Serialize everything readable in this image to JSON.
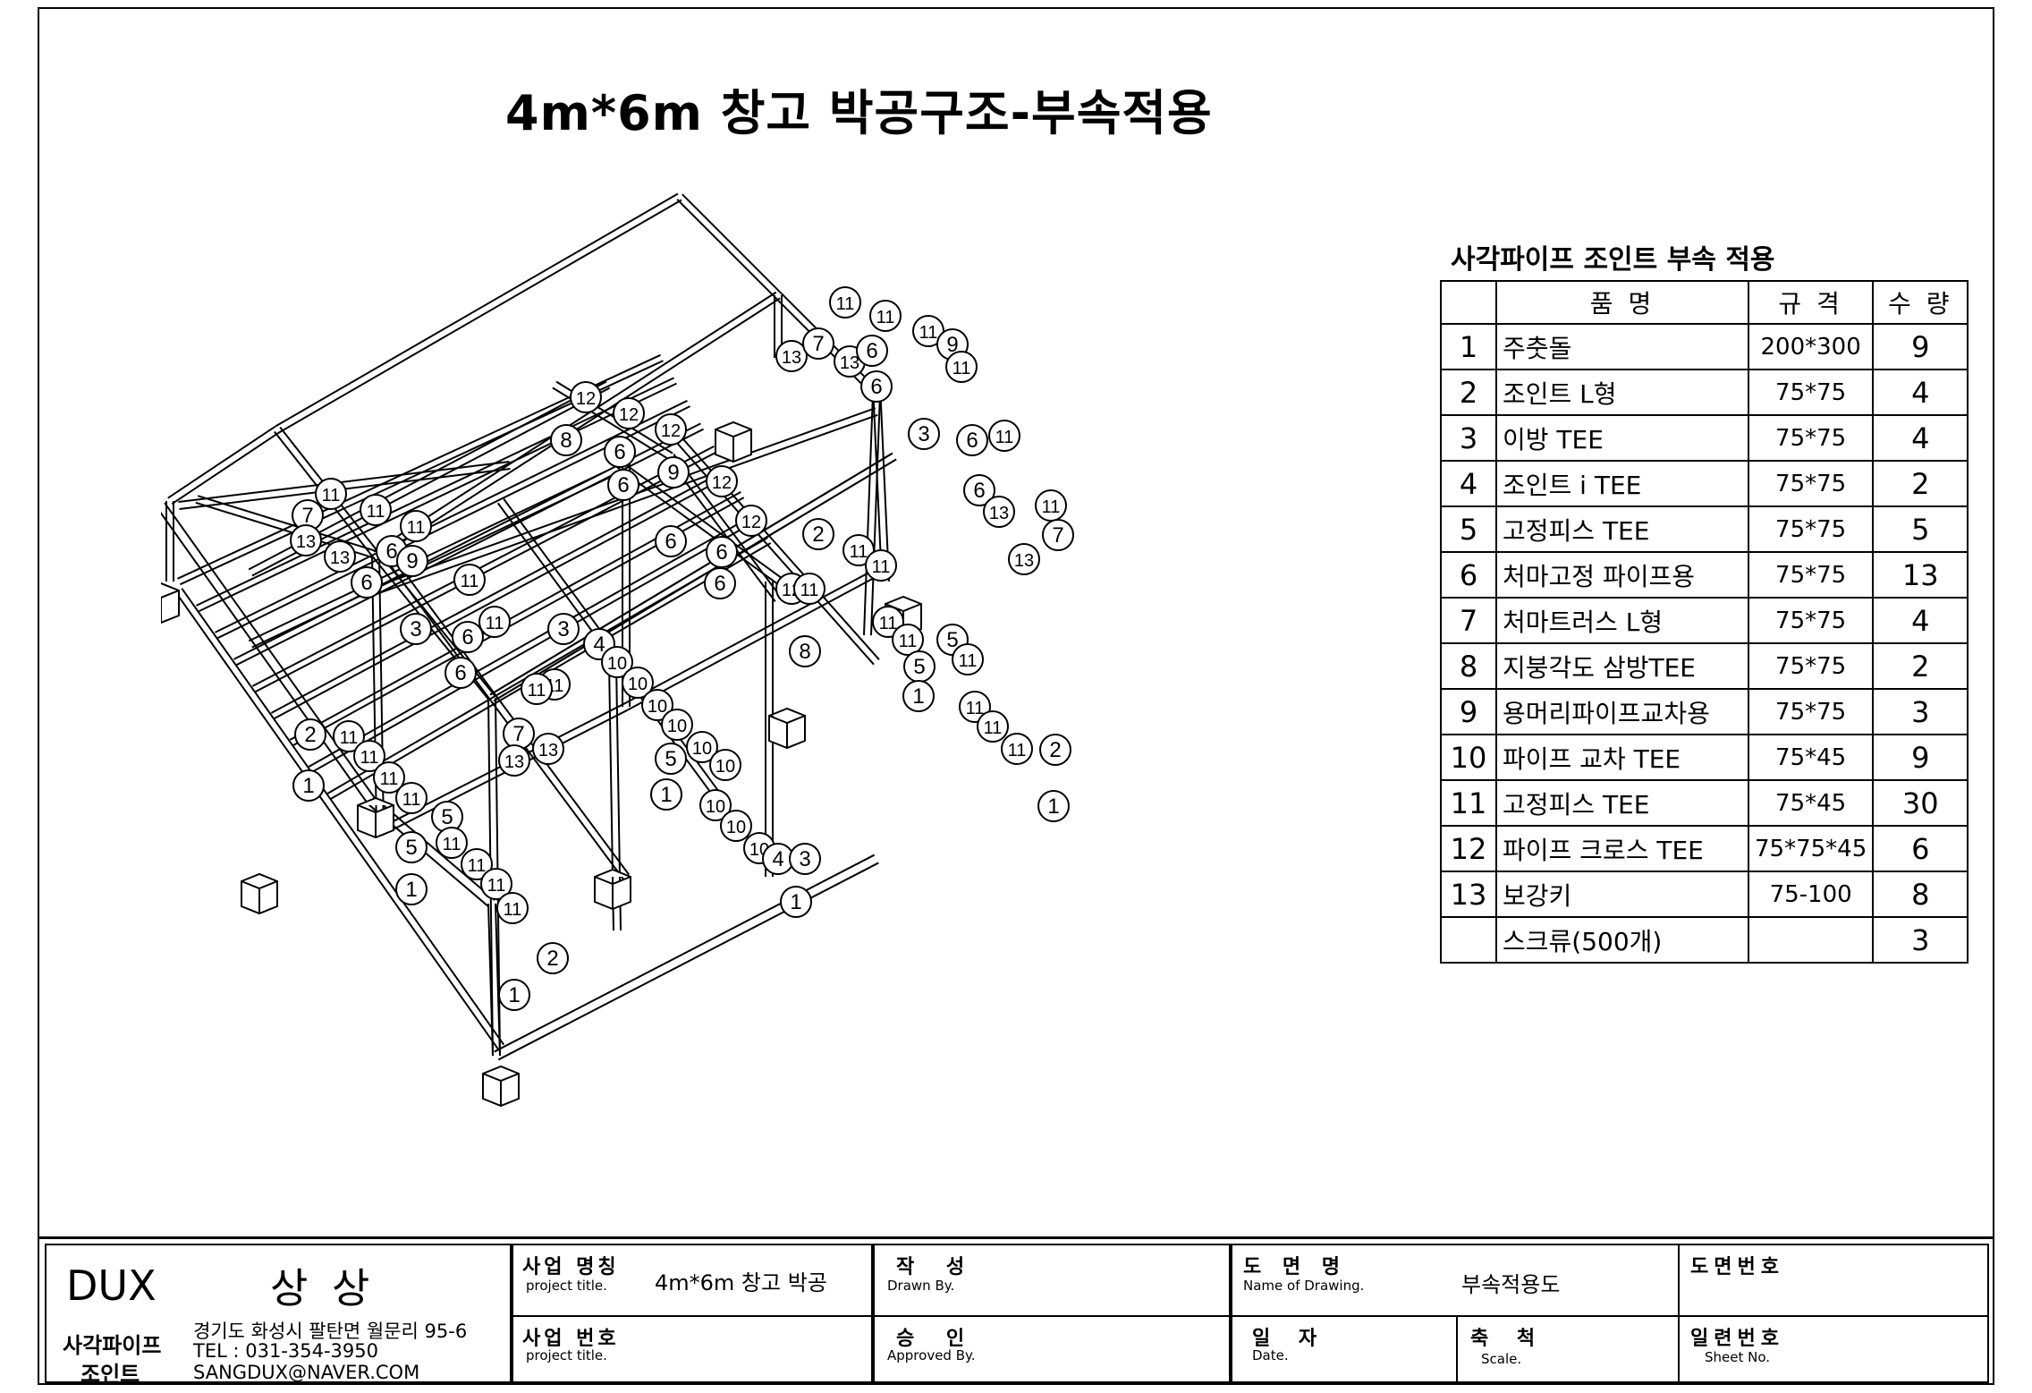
{
  "title": "4m*6m 창고 박공구조-부속적용",
  "parts_table": {
    "caption": "사각파이프 조인트 부속 적용",
    "headers": {
      "name": "품 명",
      "spec": "규 격",
      "qty": "수 량"
    },
    "rows": [
      {
        "no": "1",
        "name": "주춧돌",
        "spec": "200*300",
        "qty": "9"
      },
      {
        "no": "2",
        "name": "조인트 L형",
        "spec": "75*75",
        "qty": "4"
      },
      {
        "no": "3",
        "name": "이방 TEE",
        "spec": "75*75",
        "qty": "4"
      },
      {
        "no": "4",
        "name": "조인트 i TEE",
        "spec": "75*75",
        "qty": "2"
      },
      {
        "no": "5",
        "name": "고정피스 TEE",
        "spec": "75*75",
        "qty": "5"
      },
      {
        "no": "6",
        "name": "처마고정 파이프용",
        "spec": "75*75",
        "qty": "13"
      },
      {
        "no": "7",
        "name": "처마트러스 L형",
        "spec": "75*75",
        "qty": "4"
      },
      {
        "no": "8",
        "name": "지붕각도 삼방TEE",
        "spec": "75*75",
        "qty": "2"
      },
      {
        "no": "9",
        "name": "용머리파이프교차용",
        "spec": "75*75",
        "qty": "3"
      },
      {
        "no": "10",
        "name": "파이프 교차 TEE",
        "spec": "75*45",
        "qty": "9"
      },
      {
        "no": "11",
        "name": "고정피스 TEE",
        "spec": "75*45",
        "qty": "30"
      },
      {
        "no": "12",
        "name": "파이프 크로스 TEE",
        "spec": "75*75*45",
        "qty": "6"
      },
      {
        "no": "13",
        "name": "보강키",
        "spec": "75-100",
        "qty": "8"
      },
      {
        "no": "",
        "name": "스크류(500개)",
        "spec": "",
        "qty": "3"
      }
    ]
  },
  "title_block": {
    "company": "DUX",
    "company_korean": "상 상",
    "subtitle_line1": "사각파이프",
    "subtitle_line2": "조인트",
    "address": "경기도 화성시 팔탄면 월문리 95-6",
    "tel": "TEL : 031-354-3950",
    "email": "SANGDUX@NAVER.COM",
    "project_name_k": "사업 명칭",
    "project_name_e": "project title.",
    "project_name_value": "4m*6m 창고 박공",
    "project_no_k": "사업 번호",
    "project_no_e": "project title.",
    "drawn_k": "작 성",
    "drawn_e": "Drawn By.",
    "approved_k": "승 인",
    "approved_e": "Approved By.",
    "drawing_name_k": "도 면 명",
    "drawing_name_e": "Name of Drawing.",
    "drawing_name_value": "부속적용도",
    "date_k": "일 자",
    "date_e": "Date.",
    "scale_k": "축 척",
    "scale_e": "Scale.",
    "drawing_no_k": "도면번호",
    "sheet_no_k": "일련번호",
    "sheet_no_e": "Sheet No."
  },
  "callouts": [
    "1",
    "2",
    "3",
    "4",
    "5",
    "6",
    "7",
    "8",
    "9",
    "10",
    "11",
    "12",
    "13"
  ]
}
